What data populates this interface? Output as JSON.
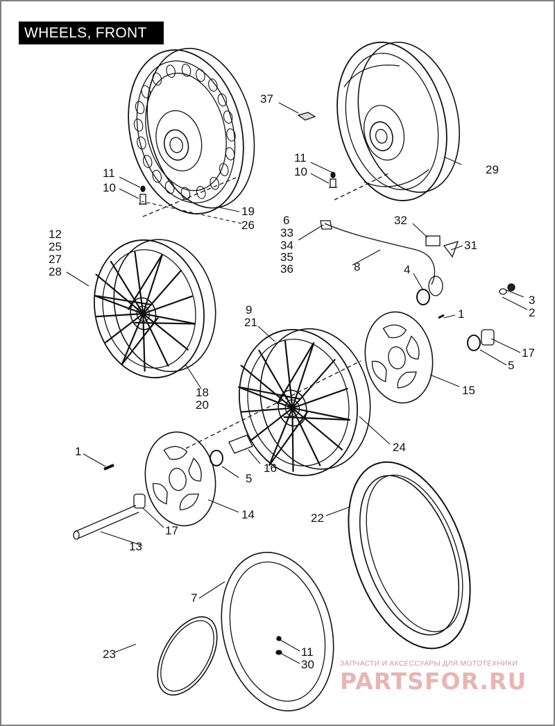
{
  "title": "WHEELS, FRONT",
  "callouts": [
    "1",
    "2",
    "3",
    "4",
    "5",
    "6",
    "7",
    "8",
    "9",
    "10",
    "11",
    "12",
    "13",
    "14",
    "15",
    "16",
    "17",
    "18",
    "19",
    "20",
    "21",
    "22",
    "23",
    "24",
    "25",
    "26",
    "27",
    "28",
    "29",
    "30",
    "31",
    "32",
    "33",
    "34",
    "35",
    "36",
    "37"
  ],
  "watermark": {
    "subtitle": "ЗАПЧАСТИ И АКСЕССУАРЫ ДЛЯ МОТОТЕХНИКИ",
    "brand": "PARTSFOR.RU",
    "color": "#d67878"
  }
}
